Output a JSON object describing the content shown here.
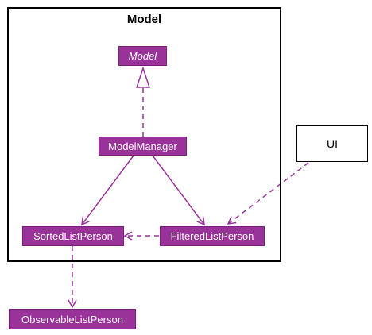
{
  "package": {
    "title": "Model"
  },
  "nodes": {
    "model": "Model",
    "model_manager": "ModelManager",
    "sorted_list": "SortedListPerson",
    "filtered_list": "FilteredListPerson",
    "observable_list": "ObservableListPerson",
    "ui": "UI"
  },
  "colors": {
    "node_fill": "#993399",
    "edge": "#993399",
    "package_border": "#000000"
  }
}
